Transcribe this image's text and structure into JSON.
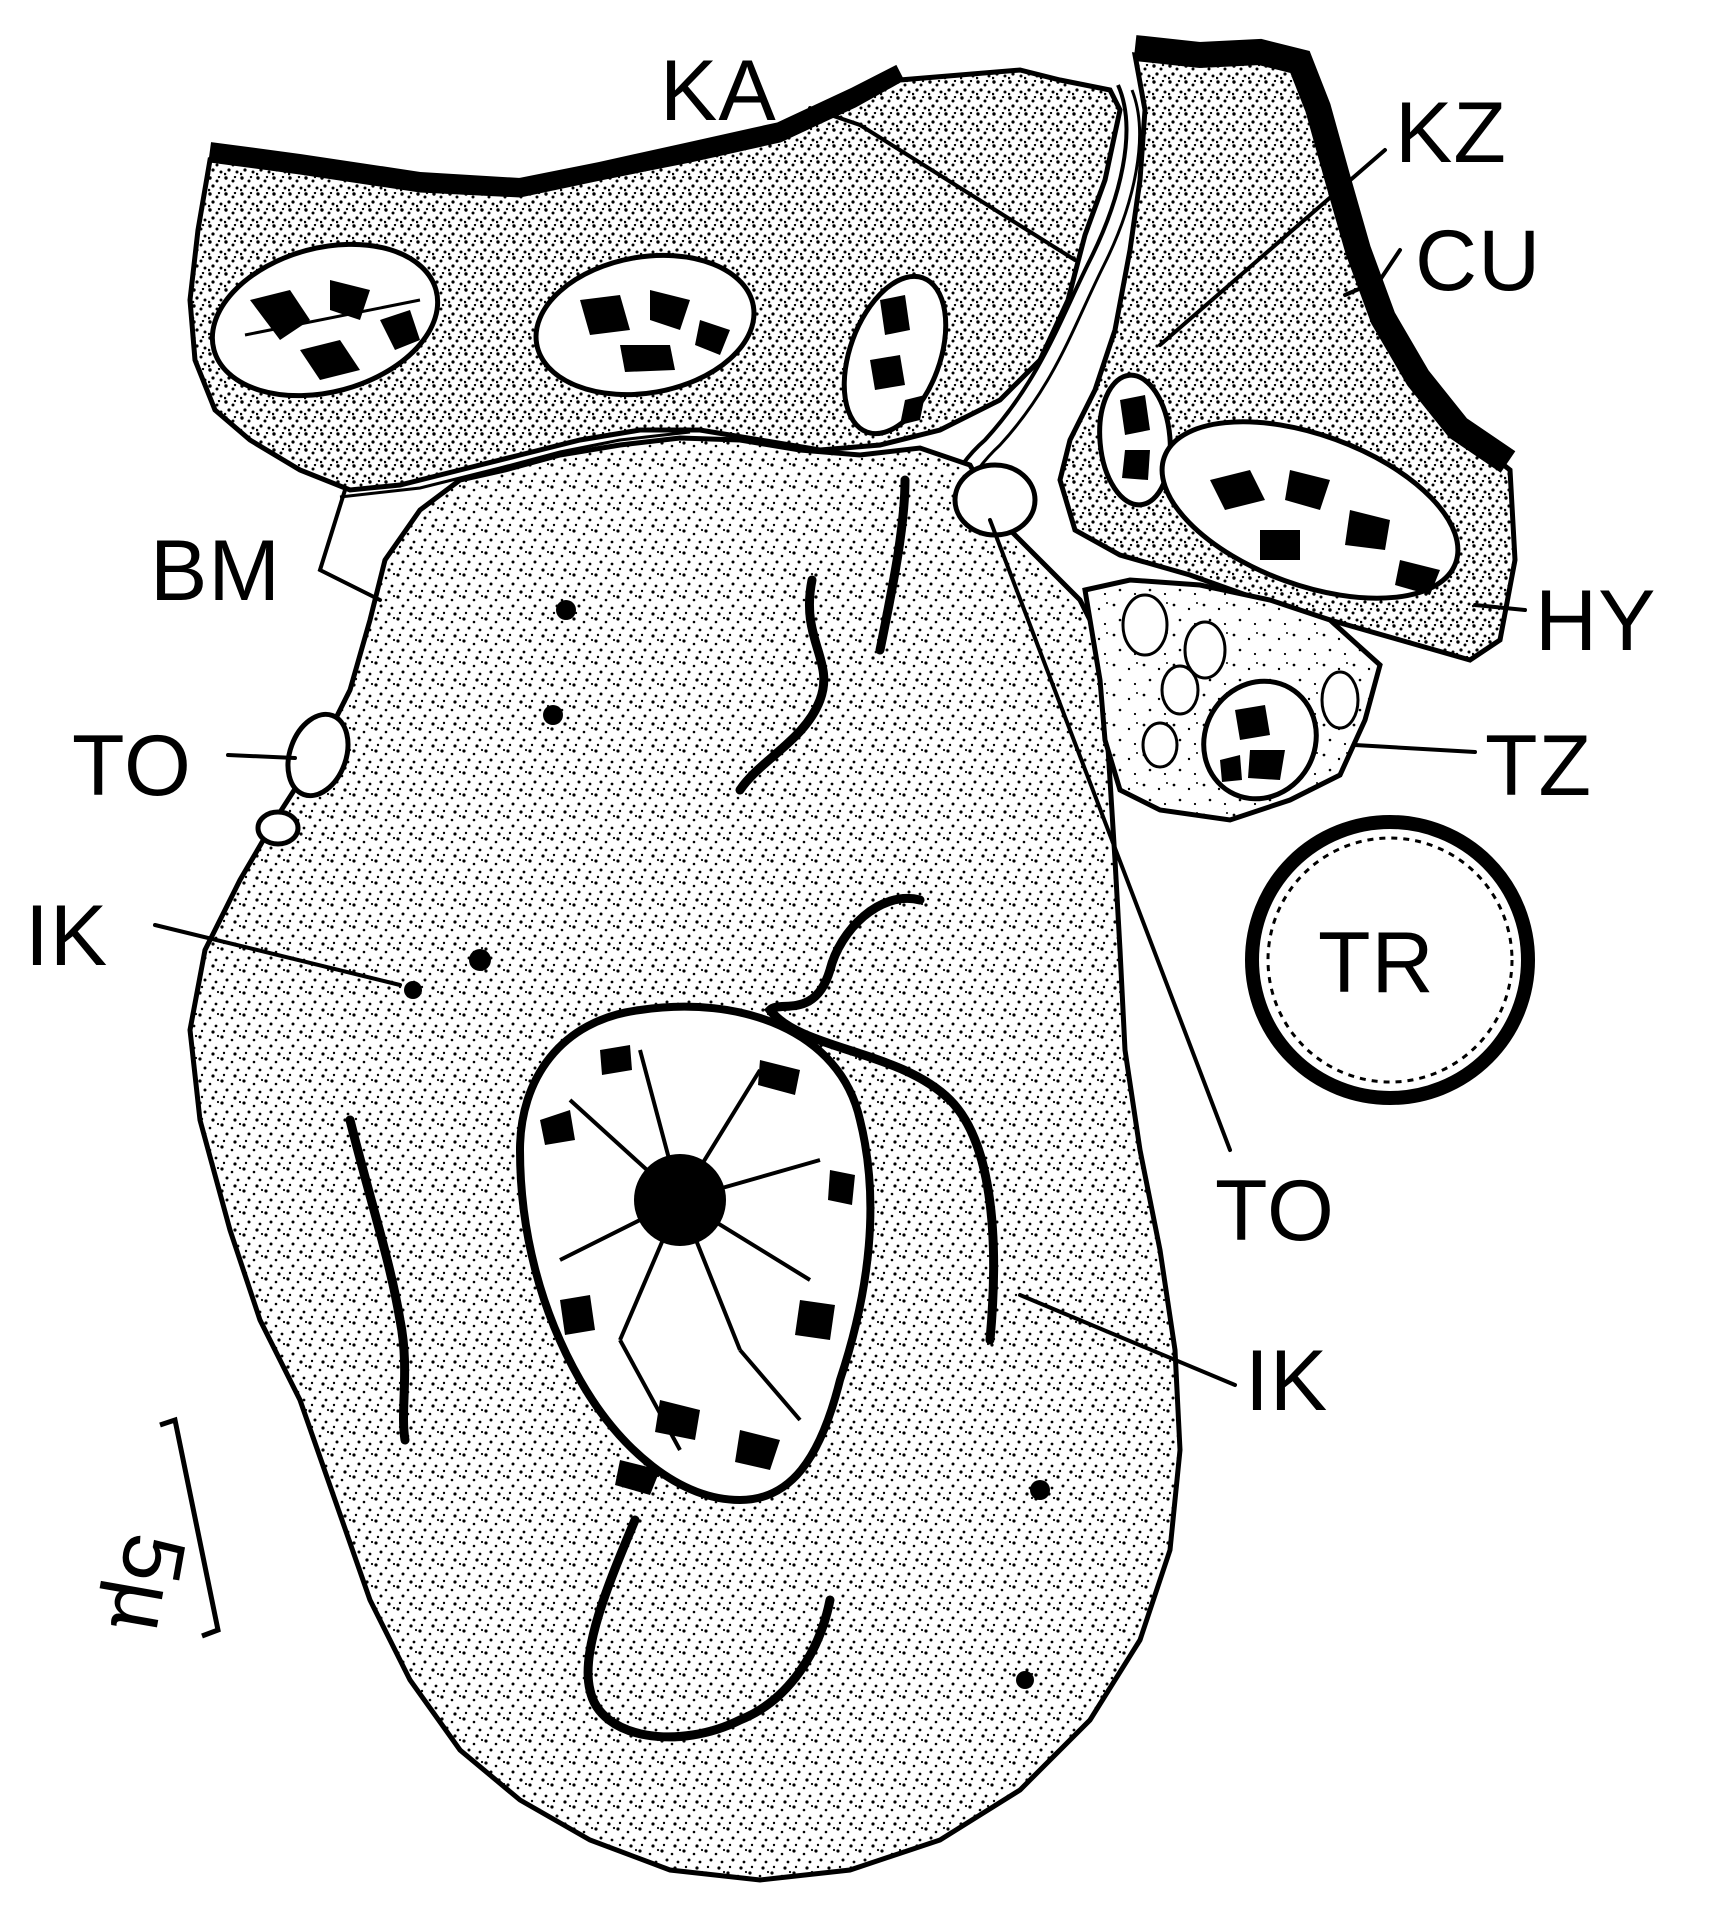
{
  "figure": {
    "labels": {
      "ka": "KA",
      "kz": "KZ",
      "cu": "CU",
      "bm": "BM",
      "hy": "HY",
      "to_left": "TO",
      "tz": "TZ",
      "ik_left": "IK",
      "tr": "TR",
      "to_right": "TO",
      "ik_right": "IK"
    },
    "scale_bar": {
      "label": "5µ"
    }
  }
}
